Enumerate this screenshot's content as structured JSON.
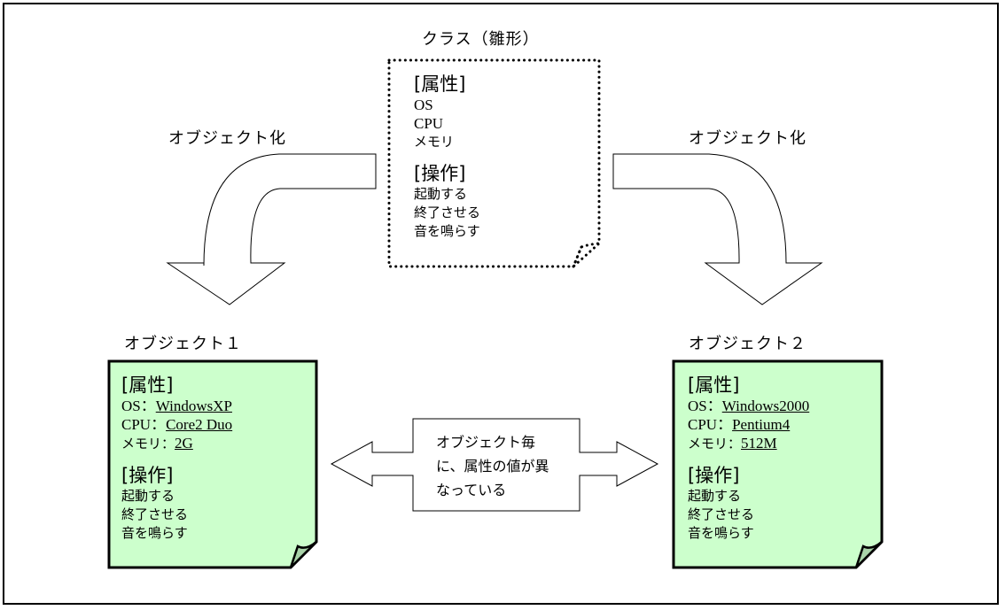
{
  "class_box": {
    "title": "クラス（雛形）",
    "attributes_header": "[属性]",
    "attributes": [
      "OS",
      "CPU",
      "メモリ"
    ],
    "operations_header": "[操作]",
    "operations": [
      "起動する",
      "終了させる",
      "音を鳴らす"
    ]
  },
  "arrows": {
    "left_label": "オブジェクト化",
    "right_label": "オブジェクト化"
  },
  "objects": [
    {
      "title": "オブジェクト１",
      "attributes_header": "[属性]",
      "attributes": [
        {
          "name": "OS",
          "sep": "：",
          "value": "WindowsXP"
        },
        {
          "name": "CPU",
          "sep": "：",
          "value": "Core2 Duo"
        },
        {
          "name": "メモリ",
          "sep": "：",
          "value": "2G"
        }
      ],
      "operations_header": "[操作]",
      "operations": [
        "起動する",
        "終了させる",
        "音を鳴らす"
      ]
    },
    {
      "title": "オブジェクト２",
      "attributes_header": "[属性]",
      "attributes": [
        {
          "name": "OS",
          "sep": "：",
          "value": "Windows2000"
        },
        {
          "name": "CPU",
          "sep": "：",
          "value": "Pentium4"
        },
        {
          "name": "メモリ",
          "sep": "：",
          "value": "512M"
        }
      ],
      "operations_header": "[操作]",
      "operations": [
        "起動する",
        "終了させる",
        "音を鳴らす"
      ]
    }
  ],
  "comparison": {
    "lines": [
      "オブジェクト毎",
      "に、属性の値が異",
      "なっている"
    ]
  },
  "colors": {
    "note_fill": "#ccffcc",
    "dogear_fill": "#a9d3a9",
    "stroke": "#000000"
  }
}
